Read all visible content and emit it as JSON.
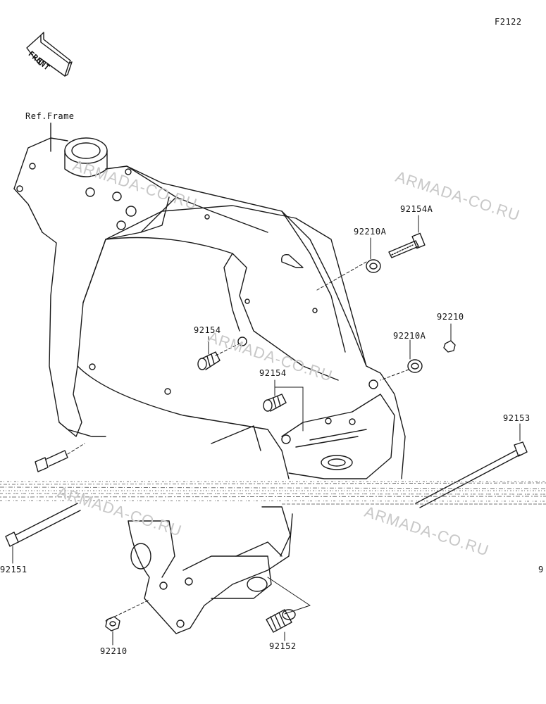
{
  "figure_code": "F2122",
  "front_arrow_text": "FRONT",
  "ref_label": "Ref.Frame",
  "watermark": "ARMADA-CO.RU",
  "parts": {
    "p92154A": "92154A",
    "p92210A_top": "92210A",
    "p92210": "92210",
    "p92210A_mid": "92210A",
    "p92154_left": "92154",
    "p92154_mid": "92154",
    "p92153": "92153",
    "p92151": "92151",
    "p92210_bottom": "92210",
    "p92152": "92152",
    "edge_mark": "9"
  }
}
